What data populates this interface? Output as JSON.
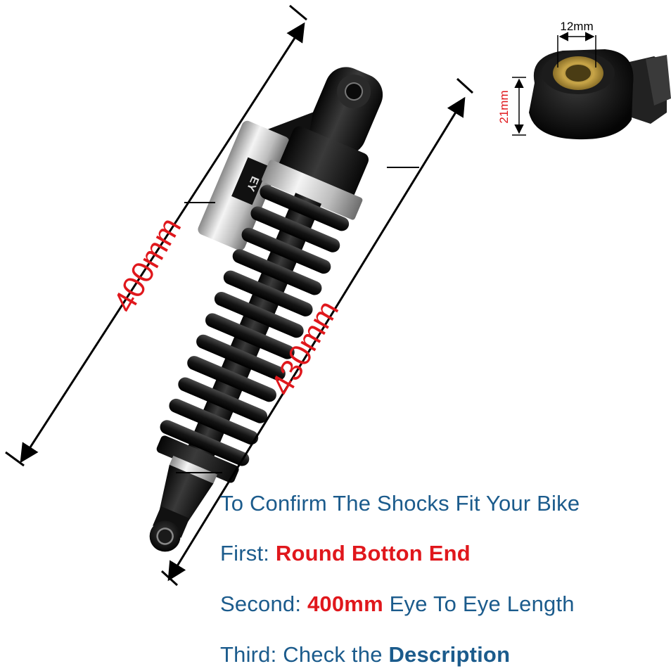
{
  "dimensions": {
    "total_length": "430mm",
    "eye_to_eye": "400mm",
    "bushing_inner": "12mm",
    "eye_outer": "21mm"
  },
  "product": {
    "brand_mark": "EY"
  },
  "instructions": {
    "line1": "To Confirm The Shocks Fit Your Bike",
    "line2_prefix": "First:",
    "line2_value": "Round Botton End",
    "line3_prefix": "Second:",
    "line3_value": "400mm",
    "line3_suffix": "Eye To Eye Length",
    "line4_prefix": "Third: Check the",
    "line4_value": "Description"
  },
  "colors": {
    "label_red": "#e0171c",
    "text_blue": "#1b5b8c",
    "shock_black": "#141414",
    "reservoir_silver": "#d9d9d9"
  }
}
